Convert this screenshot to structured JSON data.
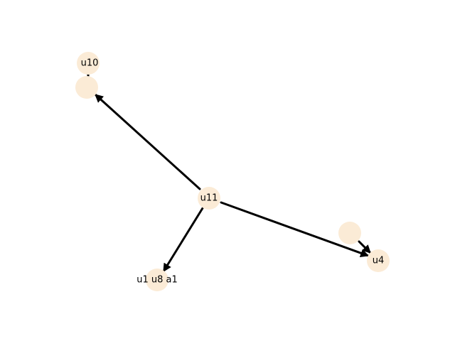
{
  "diagram": {
    "type": "directed-graph",
    "colors": {
      "node_fill": "#fbebd6",
      "edge": "#000000",
      "label": "#000000"
    },
    "nodes": [
      {
        "id": "u10",
        "label": "u10"
      },
      {
        "id": "n_unlabeled_top",
        "label": ""
      },
      {
        "id": "u11",
        "label": "u11"
      },
      {
        "id": "u1_u8_a1",
        "label": "u1 u8 a1"
      },
      {
        "id": "n_unlabeled_right",
        "label": ""
      },
      {
        "id": "u4",
        "label": "u4"
      }
    ],
    "edges": [
      {
        "from": "u10",
        "to": "n_unlabeled_top"
      },
      {
        "from": "u11",
        "to": "n_unlabeled_top"
      },
      {
        "from": "u11",
        "to": "u1_u8_a1"
      },
      {
        "from": "u11",
        "to": "u4"
      },
      {
        "from": "n_unlabeled_right",
        "to": "u4"
      }
    ]
  }
}
